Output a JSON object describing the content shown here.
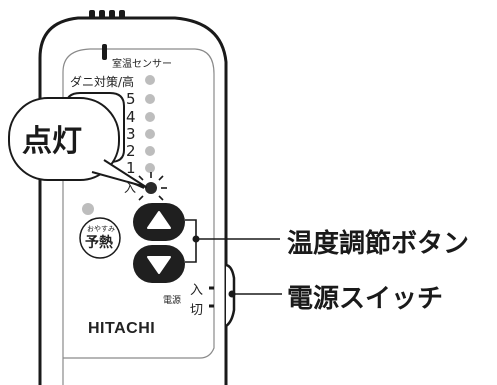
{
  "remote": {
    "sensor_label": "室温センサー",
    "levels": [
      {
        "label": "ダニ対策/高",
        "lit": false
      },
      {
        "label": "5",
        "lit": false
      },
      {
        "label": "4",
        "lit": false
      },
      {
        "label": "3",
        "lit": false
      },
      {
        "label": "2",
        "lit": false
      },
      {
        "label": "1",
        "lit": false
      },
      {
        "label": "入",
        "lit": true
      }
    ],
    "yasumi_small": "おやすみ",
    "yasumi_main": "予熱",
    "power_label": "電源",
    "switch_on": "入",
    "switch_off": "切",
    "brand": "HITACHI"
  },
  "callouts": {
    "lit_bubble": "点灯",
    "temp_buttons": "温度調節ボタン",
    "power_switch": "電源スイッチ"
  },
  "colors": {
    "lit_indicator": "#2a2a2a",
    "unlit_indicator": "#bdbdbd",
    "button_fill": "#1f1f1f",
    "outline": "#1a1a1a"
  }
}
